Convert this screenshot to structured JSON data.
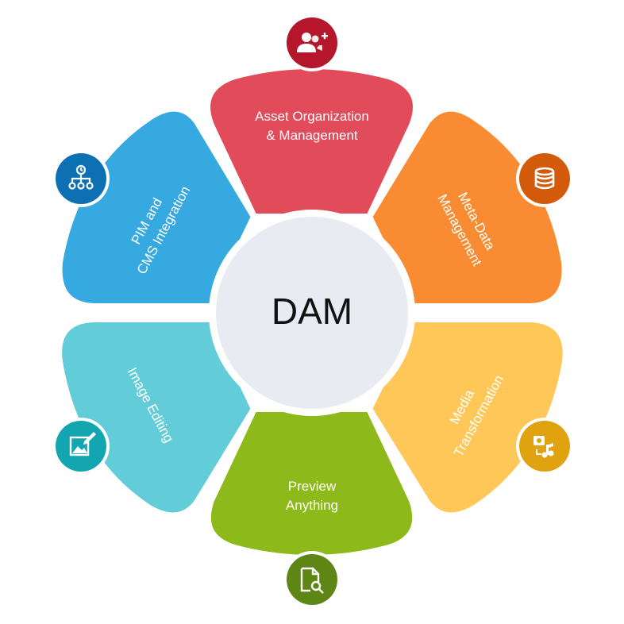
{
  "hub": {
    "label": "DAM",
    "fill": "#E8EBF2"
  },
  "segments": [
    {
      "id": "asset",
      "lines": [
        "Asset Organization",
        "& Management"
      ],
      "color": "#E14B5A",
      "icon_bg": "#B5162B",
      "icon": "add-user-icon"
    },
    {
      "id": "meta",
      "lines": [
        "Meta-Data",
        "Management"
      ],
      "color": "#F98C32",
      "icon_bg": "#D25A0A",
      "icon": "database-icon"
    },
    {
      "id": "media",
      "lines": [
        "Media",
        "Transformation"
      ],
      "color": "#FFC658",
      "icon_bg": "#E1A20F",
      "icon": "media-convert-icon"
    },
    {
      "id": "preview",
      "lines": [
        "Preview",
        "Anything"
      ],
      "color": "#8DBA1A",
      "icon_bg": "#5E8614",
      "icon": "file-search-icon"
    },
    {
      "id": "image",
      "lines": [
        "Image Editing"
      ],
      "color": "#62CDD8",
      "icon_bg": "#14A6B0",
      "icon": "image-edit-icon"
    },
    {
      "id": "pim",
      "lines": [
        "PIM and",
        "CMS Integration"
      ],
      "color": "#36A9E0",
      "icon_bg": "#0C70B2",
      "icon": "hierarchy-icon"
    }
  ]
}
